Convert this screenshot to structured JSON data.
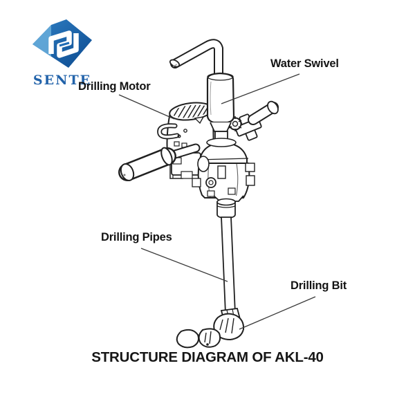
{
  "brand": {
    "name": "SENTE",
    "wordmark_color": "#2263aa",
    "gem_dark": "#0c4a8f",
    "gem_mid": "#2f7fc4",
    "gem_light": "#66abd9"
  },
  "diagram": {
    "title": "STRUCTURE DIAGRAM OF AKL-40",
    "labels": [
      {
        "id": "water-swivel",
        "text": "Water Swivel"
      },
      {
        "id": "drilling-motor",
        "text": "Drilling Motor"
      },
      {
        "id": "drilling-pipes",
        "text": "Drilling Pipes"
      },
      {
        "id": "drilling-bit",
        "text": "Drilling Bit"
      }
    ],
    "line_color": "#202020",
    "label_color": "#141414",
    "background": "#ffffff"
  }
}
